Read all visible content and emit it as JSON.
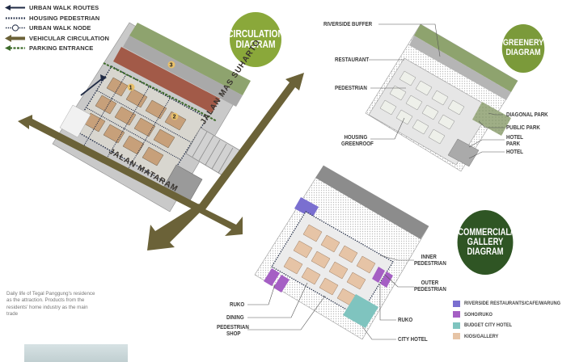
{
  "legend": {
    "items": [
      {
        "label": "URBAN WALK ROUTES",
        "symbol": "arrow-navy"
      },
      {
        "label": "HOUSING PEDESTRIAN",
        "symbol": "dotted-line"
      },
      {
        "label": "URBAN WALK NODE",
        "symbol": "node-dots"
      },
      {
        "label": "VEHICULAR CIRCULATION",
        "symbol": "arrow-olive"
      },
      {
        "label": "PARKING ENTRANCE",
        "symbol": "arrow-green-dashed"
      }
    ]
  },
  "diagrams": {
    "circulation": {
      "title_line1": "CIRCULATION",
      "title_line2": "DIAGRAM",
      "color": "#8aa83a"
    },
    "greenery": {
      "title_line1": "GREENERY",
      "title_line2": "DIAGRAM",
      "color": "#7b9a3a"
    },
    "commercial": {
      "title_line1": "COMMERCIAL/",
      "title_line2": "GALLERY",
      "title_line3": "DIAGRAM",
      "color": "#2f5524"
    }
  },
  "roads": {
    "jalan_mas_suharto": "JALAN MAS SUHARTO",
    "jalan_mataram": "JALAN MATARAM"
  },
  "zone_numbers": [
    "1",
    "2",
    "3"
  ],
  "greenery_labels": {
    "riverside_buffer": "RIVERSIDE BUFFER",
    "restaurant": "RESTAURANT",
    "pedestrian": "PEDESTRIAN",
    "housing_greenroof_1": "HOUSING",
    "housing_greenroof_2": "GREENROOF",
    "diagonal_park": "DIAGONAL PARK",
    "public_park": "PUBLIC PARK",
    "hotel_park_1": "HOTEL",
    "hotel_park_2": "PARK",
    "hotel": "HOTEL"
  },
  "commercial_labels": {
    "inner_pedestrian_1": "INNER",
    "inner_pedestrian_2": "PEDESTRIAN",
    "outer_pedestrian_1": "OUTER",
    "outer_pedestrian_2": "PEDESTRIAN",
    "ruko_left": "RUKO",
    "dining": "DINING",
    "pedestrian_shop_1": "PEDESTRIAN",
    "pedestrian_shop_2": "SHOP",
    "ruko_right": "RUKO",
    "city_hotel": "CITY HOTEL"
  },
  "commercial_legend": [
    {
      "label": "RIVERSIDE RESTAURANTS/CAFE/WARUNG",
      "color": "#7a6fd0"
    },
    {
      "label": "SOHO/RUKO",
      "color": "#a55fc4"
    },
    {
      "label": "BUDGET CITY HOTEL",
      "color": "#7fc4bf"
    },
    {
      "label": "KIOS/GALLERY",
      "color": "#e6c4a6"
    }
  ],
  "note": "Daily life of Tegal Panggung's residence as the attraction. Products from the residents' home industry as the main trade",
  "colors": {
    "vehicular": "#6b6238",
    "urban_walk": "#1f2a44",
    "parking": "#3d6b2a",
    "green_strip": "#8ca06e",
    "plaza": "#a25a48"
  }
}
